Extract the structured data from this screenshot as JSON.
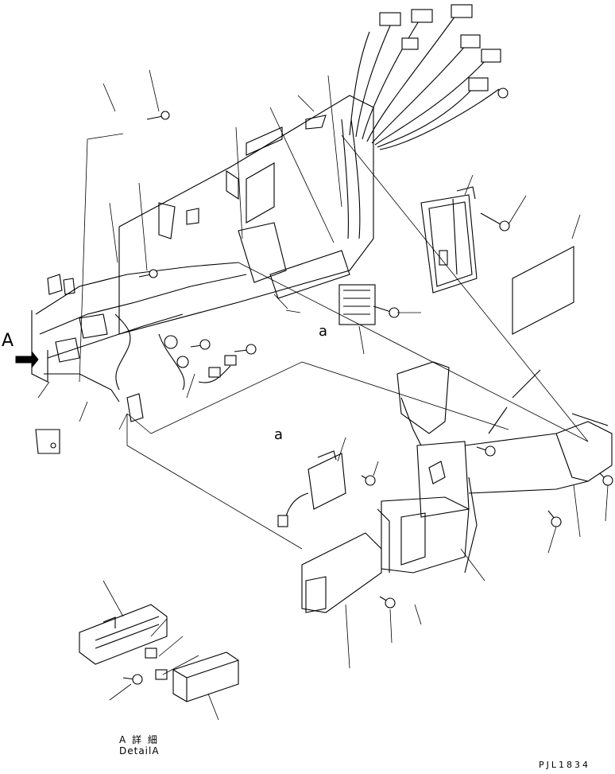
{
  "labels": {
    "view_arrow": "A",
    "ref_a_upper": "a",
    "ref_a_lower": "a"
  },
  "detail": {
    "title_jp": "A 詳 細",
    "title_en": "DetailA"
  },
  "drawing_code": "PJL1834"
}
